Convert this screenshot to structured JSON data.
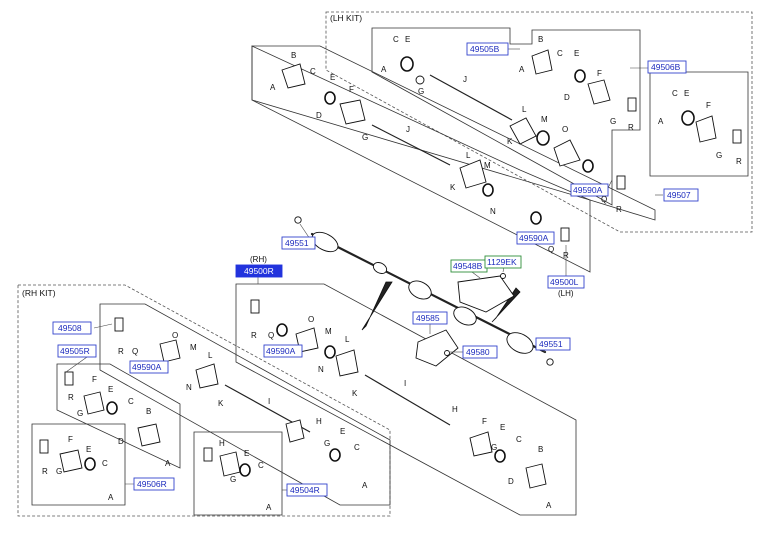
{
  "kits": {
    "lh": "(LH KIT)",
    "rh": "(RH KIT)"
  },
  "assembly": {
    "rh_label": "(RH)",
    "lh_label": "(LH)"
  },
  "part_numbers": {
    "p49505B": "49505B",
    "p49506B": "49506B",
    "p49590A_lh_kit": "49590A",
    "p49507": "49507",
    "p49590A_lh": "49590A",
    "p49500L": "49500L",
    "p49551_top": "49551",
    "p49500R": "49500R",
    "p49548B": "49548B",
    "p1129EK": "1129EK",
    "p49585": "49585",
    "p49580": "49580",
    "p49551_right": "49551",
    "p49508": "49508",
    "p49505R": "49505R",
    "p49590A_rhkit": "49590A",
    "p49590A_rh": "49590A",
    "p49506R": "49506R",
    "p49504R": "49504R"
  },
  "letters": {
    "A": "A",
    "B": "B",
    "C": "C",
    "D": "D",
    "E": "E",
    "F": "F",
    "G": "G",
    "H": "H",
    "I": "I",
    "J": "J",
    "K": "K",
    "L": "L",
    "M": "M",
    "N": "N",
    "O": "O",
    "Q": "Q",
    "R": "R"
  }
}
